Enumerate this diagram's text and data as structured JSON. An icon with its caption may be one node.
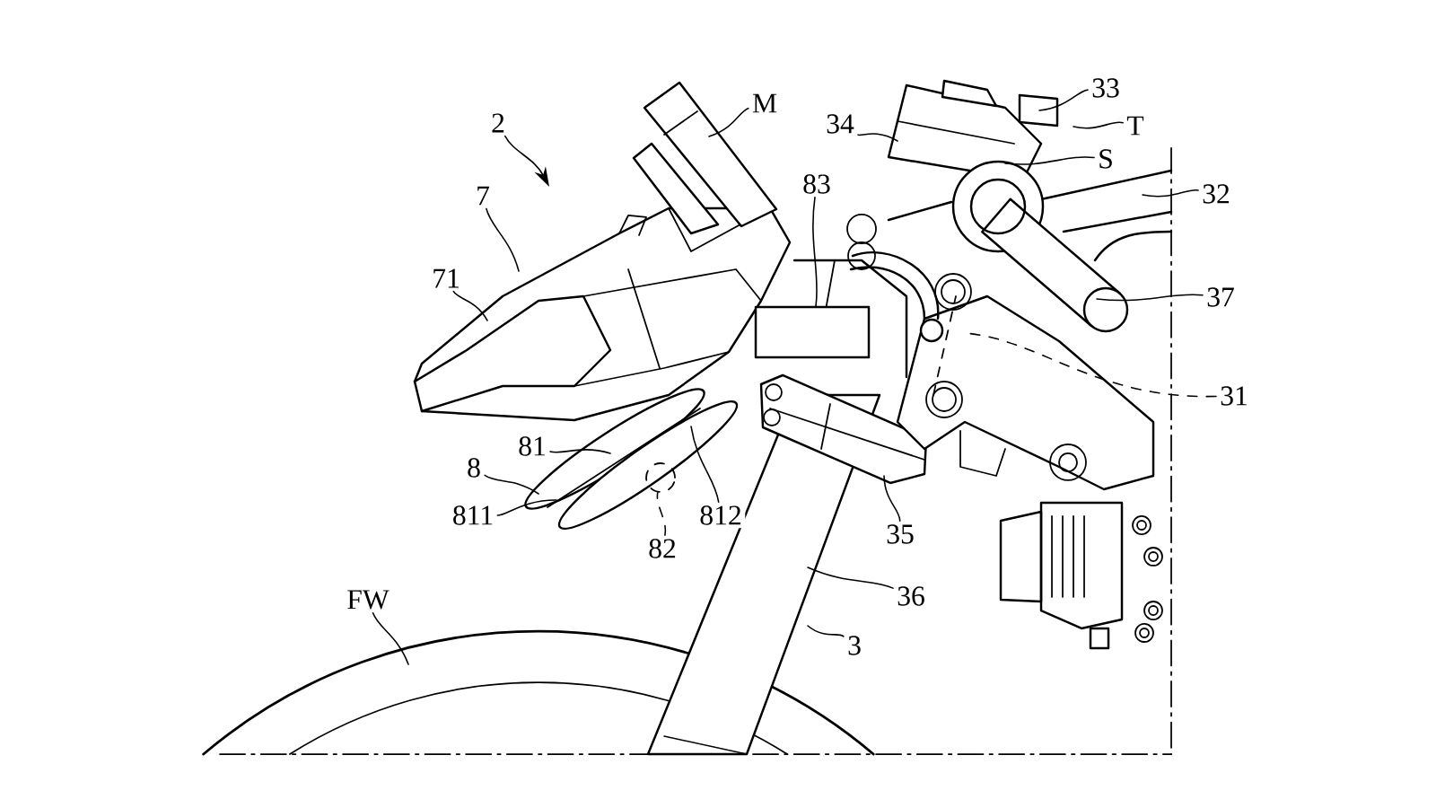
{
  "diagram": {
    "nodes": [
      {
        "text": [
          "2"
        ]
      },
      {
        "text": [
          "M"
        ]
      },
      {
        "text": [
          "7"
        ]
      },
      {
        "text": [
          "71"
        ]
      },
      {
        "text": [
          "83"
        ]
      },
      {
        "text": [],
        "shape": "box"
      },
      {
        "text": [
          "34"
        ]
      },
      {
        "text": [
          "33"
        ]
      },
      {
        "text": [
          "T"
        ]
      },
      {
        "text": [
          "S"
        ]
      },
      {
        "text": [
          "32"
        ]
      },
      {
        "text": [
          "37"
        ]
      },
      {
        "text": [
          "31"
        ]
      },
      {
        "text": [
          "81"
        ]
      },
      {
        "text": [
          "8"
        ]
      },
      {
        "text": [
          "811"
        ]
      },
      {
        "text": [
          "812"
        ]
      },
      {
        "text": [
          "82"
        ]
      },
      {
        "text": [],
        "shape": "circle"
      },
      {
        "text": [
          "35"
        ]
      },
      {
        "text": [
          "36"
        ]
      },
      {
        "text": [
          "3"
        ]
      },
      {
        "text": [
          "FW"
        ]
      }
    ],
    "edges": [
      {
        "from": 0,
        "to": null,
        "arrow": "to"
      },
      {
        "from": 1,
        "to": null,
        "arrow": "none"
      },
      {
        "from": 2,
        "to": null,
        "arrow": "none"
      },
      {
        "from": 3,
        "to": null,
        "arrow": "none"
      },
      {
        "from": 4,
        "to": 5,
        "arrow": "none"
      },
      {
        "from": 6,
        "to": null,
        "arrow": "none"
      },
      {
        "from": 7,
        "to": null,
        "arrow": "none"
      },
      {
        "from": 8,
        "to": null,
        "arrow": "none"
      },
      {
        "from": 9,
        "to": null,
        "arrow": "none"
      },
      {
        "from": 10,
        "to": null,
        "arrow": "none"
      },
      {
        "from": 11,
        "to": null,
        "arrow": "none"
      },
      {
        "from": 12,
        "to": null,
        "arrow": "none",
        "style": "dashed"
      },
      {
        "from": 13,
        "to": null,
        "arrow": "none"
      },
      {
        "from": 14,
        "to": null,
        "arrow": "none"
      },
      {
        "from": 15,
        "to": null,
        "arrow": "none"
      },
      {
        "from": 16,
        "to": null,
        "arrow": "none"
      },
      {
        "from": 17,
        "to": 18,
        "arrow": "none",
        "style": "dashed"
      },
      {
        "from": 19,
        "to": null,
        "arrow": "none"
      },
      {
        "from": 20,
        "to": null,
        "arrow": "none"
      },
      {
        "from": 21,
        "to": null,
        "arrow": "none"
      },
      {
        "from": 22,
        "to": null,
        "arrow": "none"
      }
    ]
  }
}
